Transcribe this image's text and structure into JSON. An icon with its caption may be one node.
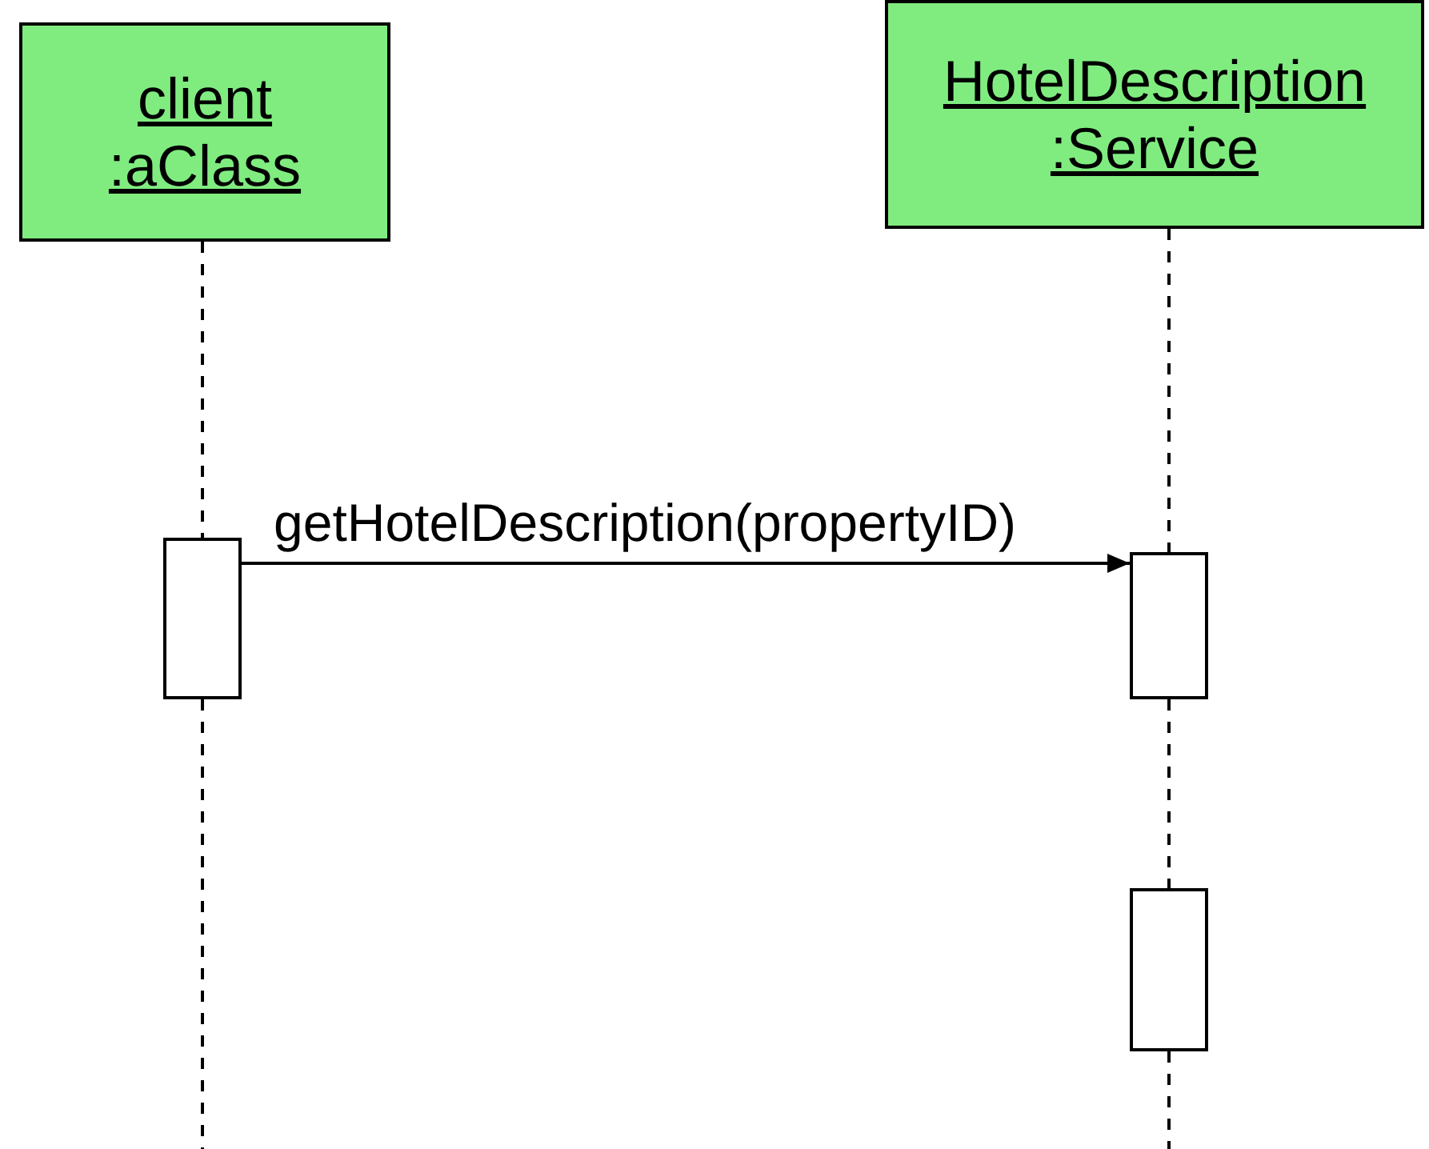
{
  "diagram": {
    "nodes": [
      {
        "text": [
          "client :aClass"
        ]
      },
      {
        "text": [
          "HotelDescription :Service"
        ]
      },
      {
        "text": [],
        "shape": "box"
      },
      {
        "text": [],
        "shape": "box"
      },
      {
        "text": [],
        "shape": "box"
      }
    ],
    "edges": [
      {
        "from": 0,
        "to": 2,
        "arrow": "none",
        "style": "dashed"
      },
      {
        "from": 2,
        "to": null,
        "arrow": "none",
        "style": "dashed"
      },
      {
        "from": 1,
        "to": 3,
        "arrow": "none",
        "style": "dashed"
      },
      {
        "from": 3,
        "to": 4,
        "arrow": "none",
        "style": "dashed"
      },
      {
        "from": 4,
        "to": null,
        "arrow": "none",
        "style": "dashed"
      },
      {
        "from": 2,
        "to": 3,
        "arrow": "to",
        "label": "getHotelDescription(propertyID)"
      }
    ]
  }
}
